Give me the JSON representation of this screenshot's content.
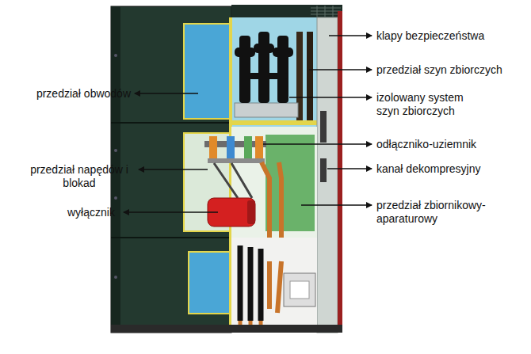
{
  "diagram": {
    "labels": [
      "klapy bezpieczeństwa",
      "przedział szyn zbiorczych",
      "izolowany system szyn zbiorczych",
      "odłączniko-uziemnik",
      "kanał dekompresyjny",
      "przedział zbiornikowy-aparaturowy",
      "przedział obwodów",
      "przedział napędów i blokad",
      "wyłącznik"
    ]
  }
}
